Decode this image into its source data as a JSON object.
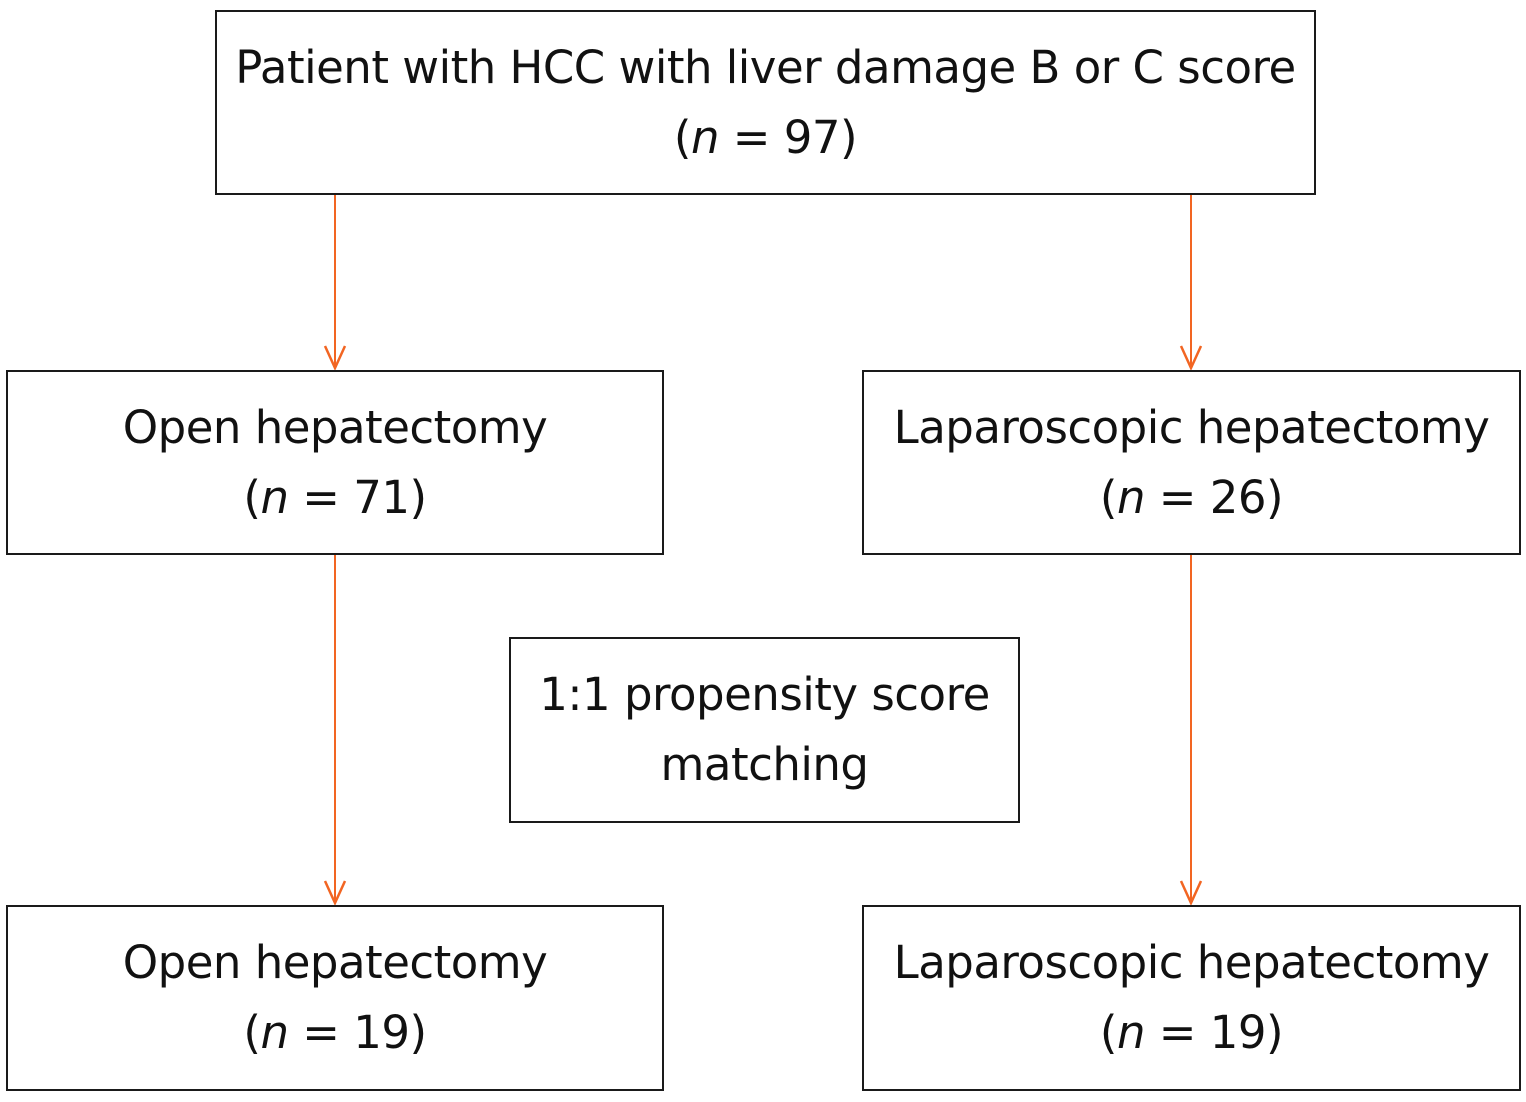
{
  "accent_color": "#f26522",
  "nodes": {
    "top": {
      "label": "Patient with HCC with liver damage B or C score",
      "count_prefix": "(",
      "count_var": "n",
      "count_rest": " = 97)"
    },
    "open_initial": {
      "label": "Open hepatectomy",
      "count_prefix": "(",
      "count_var": "n",
      "count_rest": " = 71)"
    },
    "lap_initial": {
      "label": "Laparoscopic hepatectomy",
      "count_prefix": "(",
      "count_var": "n",
      "count_rest": " = 26)"
    },
    "matching": {
      "line1": "1:1 propensity score",
      "line2": "matching"
    },
    "open_matched": {
      "label": "Open hepatectomy",
      "count_prefix": "(",
      "count_var": "n",
      "count_rest": " = 19)"
    },
    "lap_matched": {
      "label": "Laparoscopic hepatectomy",
      "count_prefix": "(",
      "count_var": "n",
      "count_rest": " = 19)"
    }
  },
  "edges": [
    {
      "from": "top",
      "to": "open_initial"
    },
    {
      "from": "top",
      "to": "lap_initial"
    },
    {
      "from": "open_initial",
      "to": "open_matched"
    },
    {
      "from": "lap_initial",
      "to": "lap_matched"
    }
  ]
}
